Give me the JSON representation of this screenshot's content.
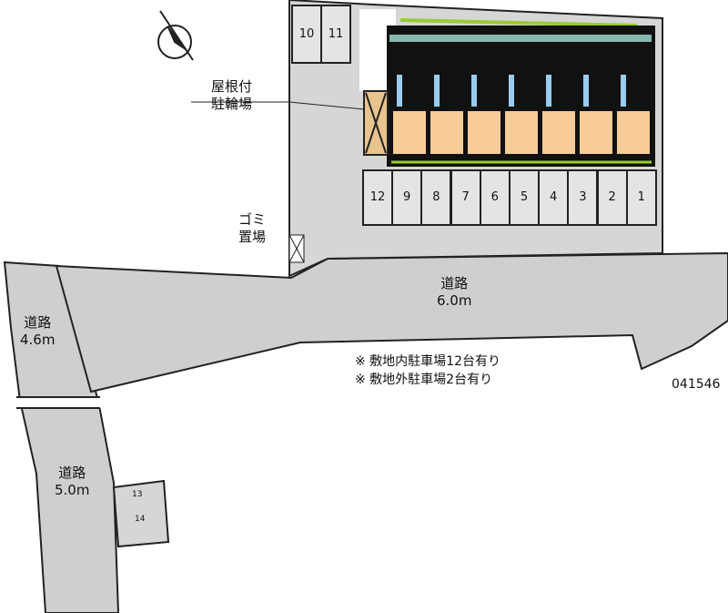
{
  "labels": {
    "bike_parking": [
      "屋根付",
      "駐輪場"
    ],
    "garbage": [
      "ゴミ",
      "置場"
    ],
    "main_road": [
      "道路",
      "6.0m"
    ],
    "left_road": [
      "道路",
      "4.6m"
    ],
    "lower_road": [
      "道路",
      "5.0m"
    ]
  },
  "notes": [
    "※ 敷地内駐車場12台有り",
    "※ 敷地外駐車場2台有り"
  ],
  "code": "041546",
  "parking_top": [
    "10",
    "11"
  ],
  "parking_row": [
    "12",
    "9",
    "8",
    "7",
    "6",
    "5",
    "4",
    "3",
    "2",
    "1"
  ],
  "parking_offsite": [
    "13",
    "14"
  ],
  "colors": {
    "road": "#cfcfcf",
    "unit": "#f7cc99",
    "green": "#99cc33",
    "window": "#99ccee"
  }
}
